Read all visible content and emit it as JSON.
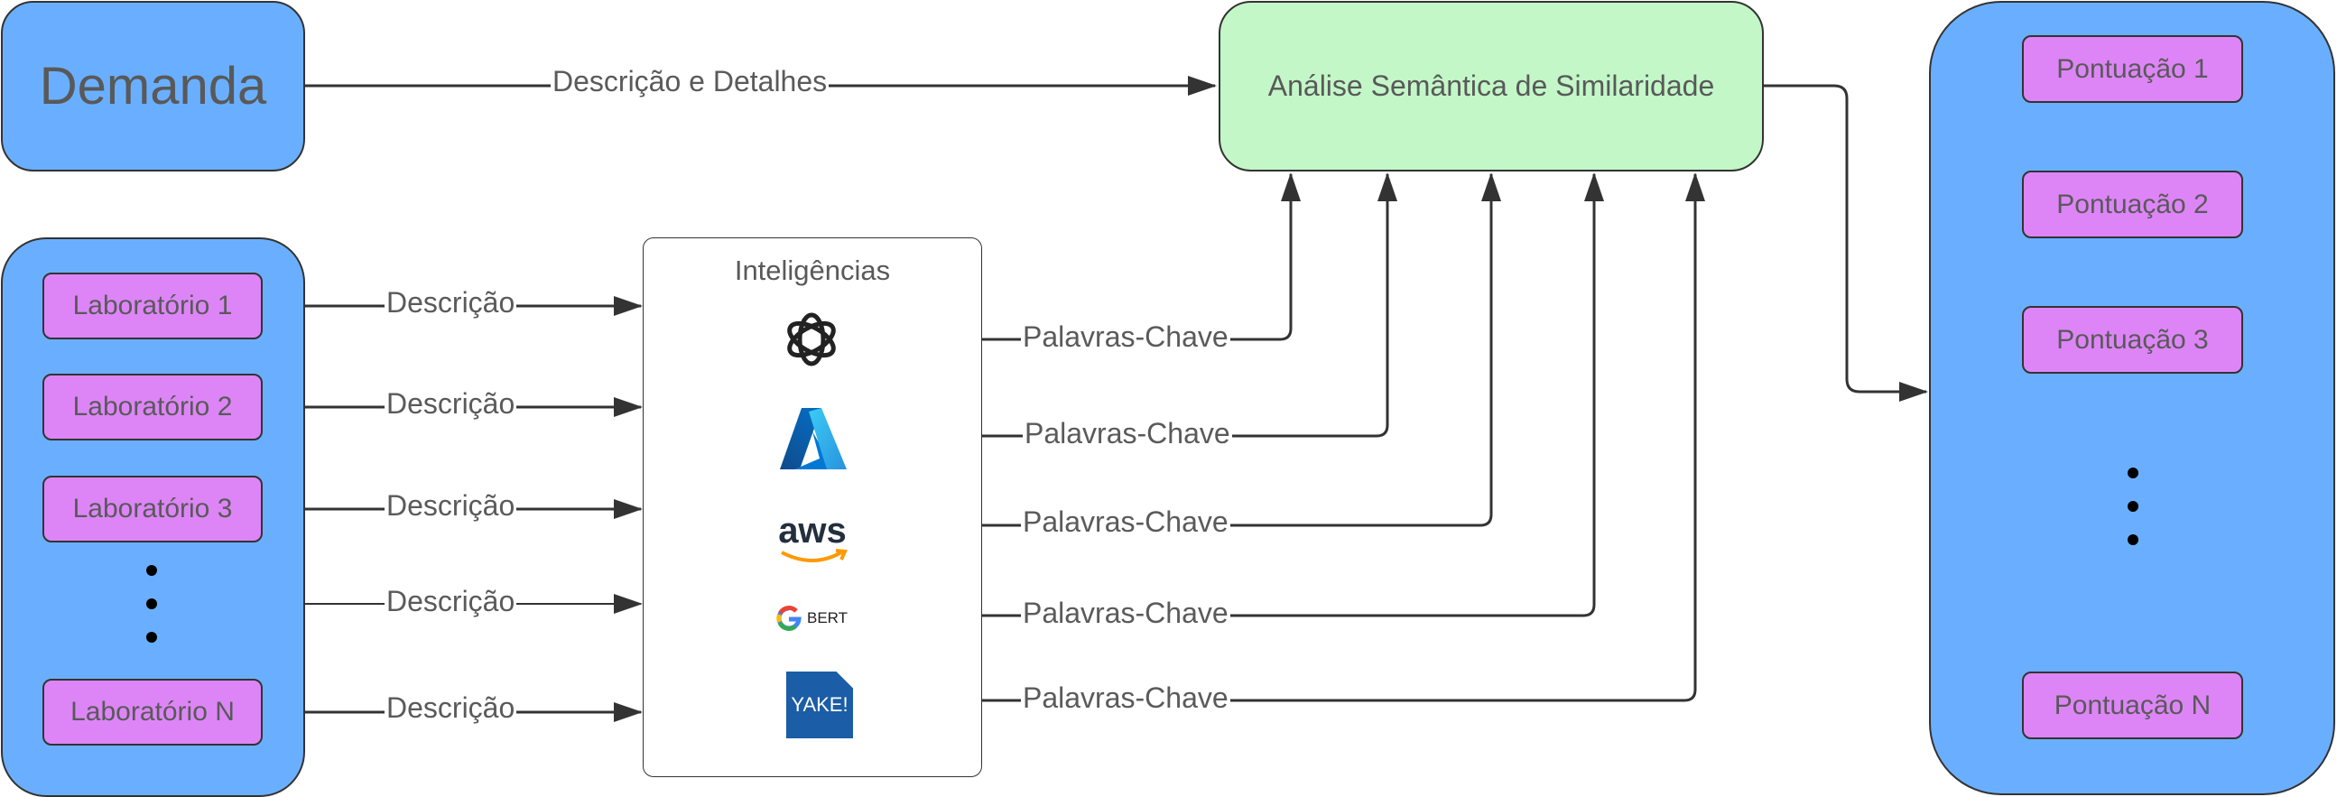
{
  "demand": {
    "label": "Demanda"
  },
  "analysis": {
    "label": "Análise Semântica de Similaridade"
  },
  "demand_edge_label": "Descrição e Detalhes",
  "labs": [
    {
      "label": "Laboratório 1",
      "edge": "Descrição"
    },
    {
      "label": "Laboratório 2",
      "edge": "Descrição"
    },
    {
      "label": "Laboratório 3",
      "edge": "Descrição"
    },
    {
      "label": "",
      "edge": "Descrição"
    },
    {
      "label": "Laboratório N",
      "edge": "Descrição"
    }
  ],
  "intelligences": {
    "title": "Inteligências",
    "logos": [
      {
        "icon": "openai-icon"
      },
      {
        "icon": "azure-icon"
      },
      {
        "icon": "aws-icon",
        "text": "aws"
      },
      {
        "icon": "google-bert-icon",
        "text": "BERT"
      },
      {
        "icon": "yake-icon",
        "text": "YAKE!"
      }
    ]
  },
  "keyword_edges": [
    "Palavras-Chave",
    "Palavras-Chave",
    "Palavras-Chave",
    "Palavras-Chave",
    "Palavras-Chave"
  ],
  "scores": [
    "Pontuação 1",
    "Pontuação 2",
    "Pontuação 3",
    "Pontuação N"
  ],
  "colors": {
    "container_blue": "#6aafff",
    "analysis_green": "#c3f7c8",
    "item_pink": "#dd85f7",
    "line": "#333333",
    "text": "#595959"
  }
}
